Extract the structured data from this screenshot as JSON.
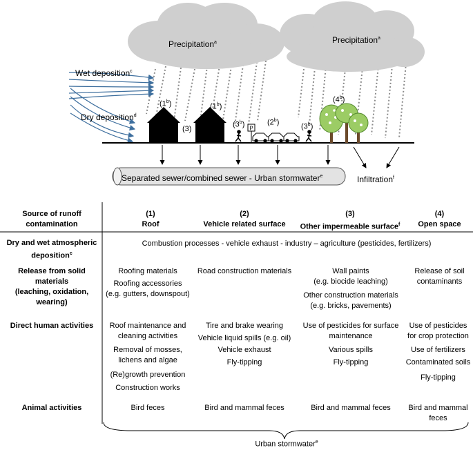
{
  "diagram": {
    "precipitation_left": "Precipitation",
    "precipitation_right": "Precipitation",
    "sup_a": "a",
    "wet_deposition": "Wet deposition",
    "sup_c": "c",
    "dry_deposition": "Dry deposition",
    "sup_d": "d",
    "label_1b_a": "(1",
    "label_1b_b": "(1",
    "label_3": "(3)",
    "label_3b_a": "(3",
    "label_2b": "(2",
    "label_3b_b": "(3",
    "label_4b": "(4",
    "sup_b": "b",
    "close_paren": ")",
    "parking_sign": "P",
    "sewer_label": "Separated sewer/combined sewer - Urban stormwater",
    "sup_e": "e",
    "infiltration": "Infiltration",
    "sup_f": "f"
  },
  "table": {
    "row_header_title": "Source of runoff\ncontamination",
    "columns": [
      {
        "num": "(1)",
        "name": "Roof"
      },
      {
        "num": "(2)",
        "name": "Vehicle related surface"
      },
      {
        "num": "(3)",
        "name": "Other impermeable surface"
      },
      {
        "num": "(4)",
        "name": "Open space"
      }
    ],
    "rows": {
      "r1_label": "Dry and wet atmospheric\ndeposition",
      "r1_span": "Combustion processes - vehicle exhaust - industry – agriculture (pesticides, fertilizers)",
      "r2_label": "Release from solid\nmaterials\n(leaching, oxidation,\nwearing)",
      "r2_c1a": "Roofing materials",
      "r2_c1b": "Roofing accessories\n(e.g. gutters, downspout)",
      "r2_c2": "Road construction materials",
      "r2_c3a": "Wall paints\n(e.g. biocide leaching)",
      "r2_c3b": "Other construction materials\n(e.g. bricks, pavements)",
      "r2_c4": "Release of soil\ncontaminants",
      "r3_label": "Direct human activities",
      "r3_c1a": "Roof maintenance and\ncleaning activities",
      "r3_c1b": "Removal of mosses,\nlichens and algae",
      "r3_c1c": "(Re)growth prevention",
      "r3_c1d": "Construction works",
      "r3_c2a": "Tire and brake wearing",
      "r3_c2b": "Vehicle liquid spills (e.g. oil)",
      "r3_c2c": "Vehicle exhaust",
      "r3_c2d": "Fly-tipping",
      "r3_c3a": "Use of pesticides for surface\nmaintenance",
      "r3_c3b": "Various spills",
      "r3_c3c": "Fly-tipping",
      "r3_c4a": "Use of pesticides\nfor crop protection",
      "r3_c4b": "Use of fertilizers",
      "r3_c4c": "Contaminated soils",
      "r3_c4d": "Fly-tipping",
      "r4_label": "Animal activities",
      "r4_c1": "Bird feces",
      "r4_c2": "Bird and mammal feces",
      "r4_c3": "Bird and mammal feces",
      "r4_c4": "Bird and mammal\nfeces"
    },
    "footer": "Urban stormwater",
    "sup_c": "c",
    "sup_e": "e",
    "sup_f": "f"
  }
}
